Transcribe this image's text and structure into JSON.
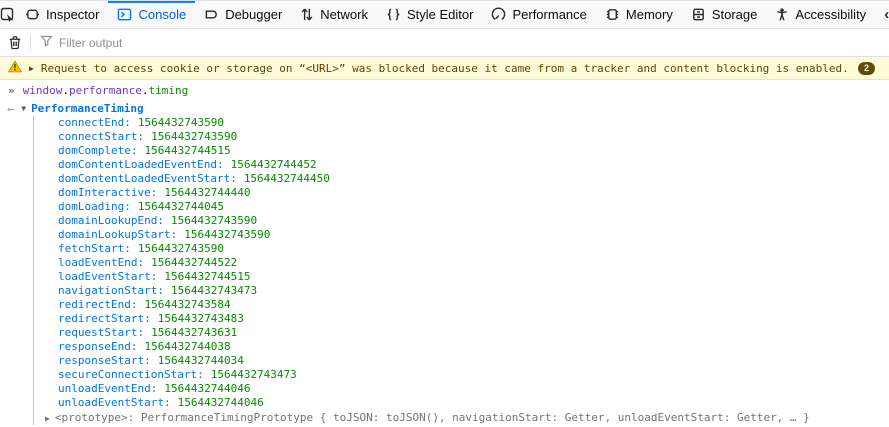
{
  "toolbar": {
    "tabs": [
      {
        "id": "inspector",
        "label": "Inspector"
      },
      {
        "id": "console",
        "label": "Console"
      },
      {
        "id": "debugger",
        "label": "Debugger"
      },
      {
        "id": "network",
        "label": "Network"
      },
      {
        "id": "style-editor",
        "label": "Style Editor"
      },
      {
        "id": "performance",
        "label": "Performance"
      },
      {
        "id": "memory",
        "label": "Memory"
      },
      {
        "id": "storage",
        "label": "Storage"
      },
      {
        "id": "accessibility",
        "label": "Accessibility"
      }
    ],
    "overflow_chevron": "‹"
  },
  "filter": {
    "placeholder": "Filter output"
  },
  "console": {
    "warning": {
      "message": "Request to access cookie or storage on “<URL>” was blocked because it came from a tracker and content blocking is enabled.",
      "count": "2"
    },
    "input": {
      "prompt": "»",
      "tokens": [
        {
          "text": "window",
          "type": "variable"
        },
        {
          "text": ".",
          "type": "plain"
        },
        {
          "text": "performance",
          "type": "variable"
        },
        {
          "text": ".",
          "type": "plain"
        },
        {
          "text": "timing",
          "type": "green"
        }
      ]
    },
    "result": {
      "back_arrow": "←",
      "object_name": "PerformanceTiming"
    },
    "properties": [
      {
        "name": "connectEnd",
        "value": "1564432743590"
      },
      {
        "name": "connectStart",
        "value": "1564432743590"
      },
      {
        "name": "domComplete",
        "value": "1564432744515"
      },
      {
        "name": "domContentLoadedEventEnd",
        "value": "1564432744452"
      },
      {
        "name": "domContentLoadedEventStart",
        "value": "1564432744450"
      },
      {
        "name": "domInteractive",
        "value": "1564432744440"
      },
      {
        "name": "domLoading",
        "value": "1564432744045"
      },
      {
        "name": "domainLookupEnd",
        "value": "1564432743590"
      },
      {
        "name": "domainLookupStart",
        "value": "1564432743590"
      },
      {
        "name": "fetchStart",
        "value": "1564432743590"
      },
      {
        "name": "loadEventEnd",
        "value": "1564432744522"
      },
      {
        "name": "loadEventStart",
        "value": "1564432744515"
      },
      {
        "name": "navigationStart",
        "value": "1564432743473"
      },
      {
        "name": "redirectEnd",
        "value": "1564432743584"
      },
      {
        "name": "redirectStart",
        "value": "1564432743483"
      },
      {
        "name": "requestStart",
        "value": "1564432743631"
      },
      {
        "name": "responseEnd",
        "value": "1564432744038"
      },
      {
        "name": "responseStart",
        "value": "1564432744034"
      },
      {
        "name": "secureConnectionStart",
        "value": "1564432743473"
      },
      {
        "name": "unloadEventEnd",
        "value": "1564432744046"
      },
      {
        "name": "unloadEventStart",
        "value": "1564432744046"
      }
    ],
    "prototype": "<prototype>: PerformanceTimingPrototype { toJSON: toJSON(), navigationStart: Getter, unloadEventStart: Getter, … }"
  },
  "colors": {
    "accent": "#0a84ff",
    "active_tab_text": "#0060df",
    "warning_bg": "#fffbd6",
    "warning_text": "#5c470b",
    "property_name": "#0074e8",
    "number_value": "#058b00",
    "variable_token": "#7137c8"
  }
}
